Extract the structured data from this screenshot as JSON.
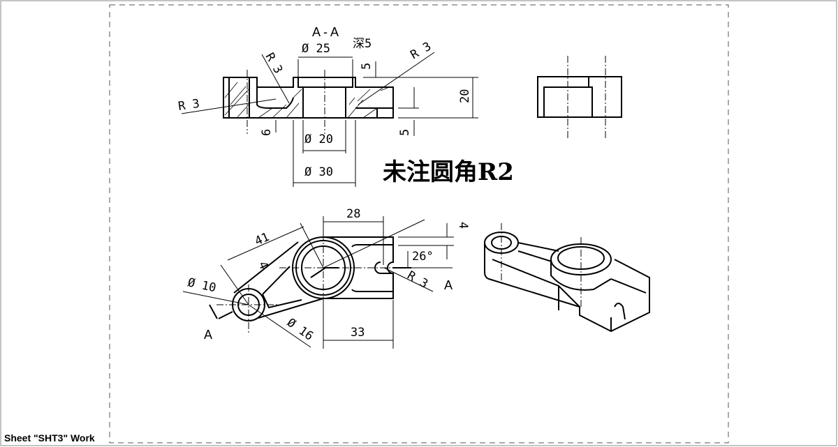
{
  "status_text": "Sheet \"SHT3\" Work",
  "section_view": {
    "title": "A - A",
    "dims": {
      "d25": "Ø 25",
      "depth": "深5",
      "r3_a": "R 3",
      "r3_b": "R 3",
      "r3_c": "R 3",
      "five_top": "5",
      "five_bottom": "5",
      "twenty": "20",
      "six": "6",
      "d20": "Ø 20",
      "d30": "Ø 30"
    }
  },
  "note": "未注圆角R2",
  "top_view": {
    "dims": {
      "d28": "28",
      "d41": "41",
      "d4a": "4",
      "d4b": "4",
      "angle": "26°",
      "r3": "R 3",
      "d10": "Ø 10",
      "d16": "Ø 16",
      "d33": "33"
    },
    "section_marks": {
      "left": "A",
      "right": "A"
    }
  }
}
